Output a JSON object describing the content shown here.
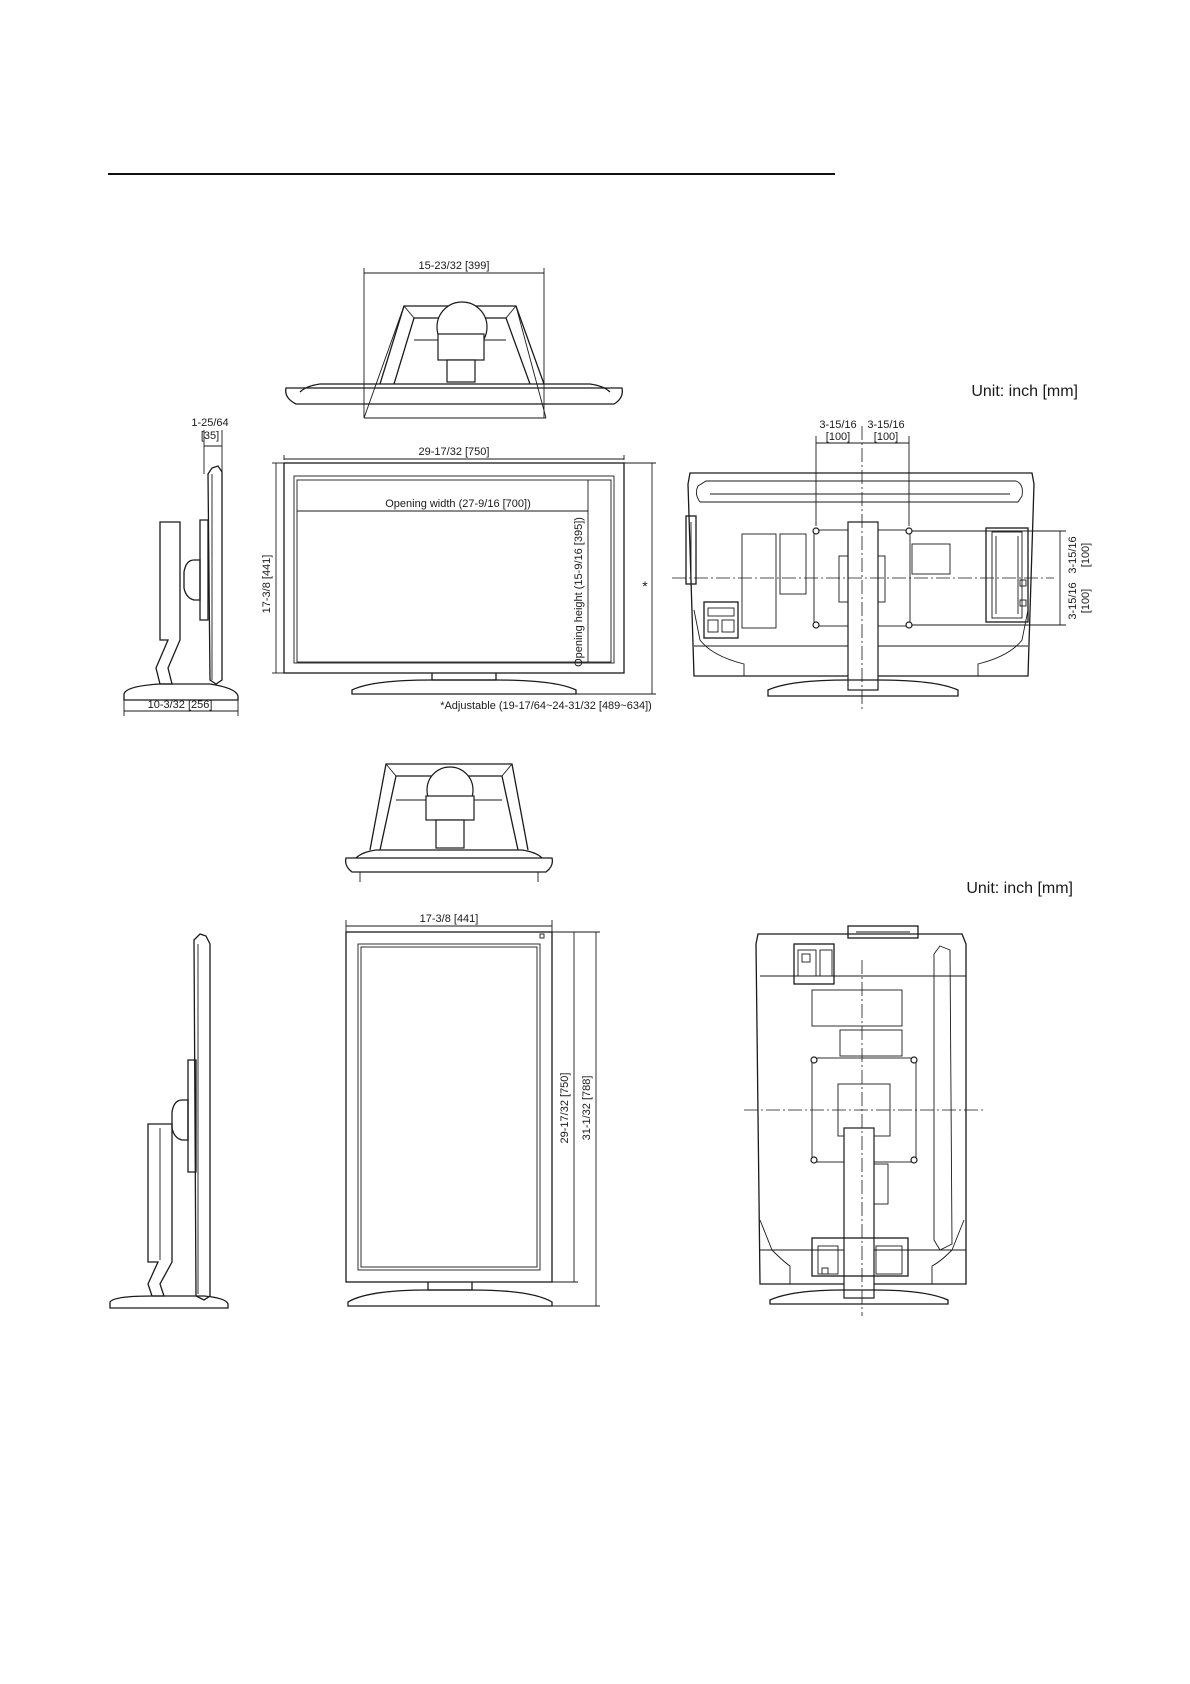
{
  "landscape": {
    "unit": "Unit: inch [mm]",
    "top_width": "15-23/32 [399]",
    "side_depth_top": "1-25/64",
    "side_depth_top_mm": "[35]",
    "side_base_depth": "10-3/32 [256]",
    "front_width": "29-17/32 [750]",
    "opening_width": "Opening width (27-9/16 [700])",
    "front_height": "17-3/8 [441]",
    "opening_height": "Opening height (15-9/16 [395])",
    "adjustable_mark": "*",
    "adjustable_note": "*Adjustable (19-17/64~24-31/32 [489~634])",
    "vesa_a": "3-15/16",
    "vesa_a_mm": "[100]",
    "vesa_b": "3-15/16",
    "vesa_b_mm": "[100]",
    "vesa_c": "3-15/16",
    "vesa_c_mm": "[100]",
    "vesa_d": "3-15/16",
    "vesa_d_mm": "[100]"
  },
  "portrait": {
    "unit": "Unit: inch [mm]",
    "front_width": "17-3/8 [441]",
    "panel_height": "29-17/32 [750]",
    "total_height": "31-1/32 [788]"
  }
}
